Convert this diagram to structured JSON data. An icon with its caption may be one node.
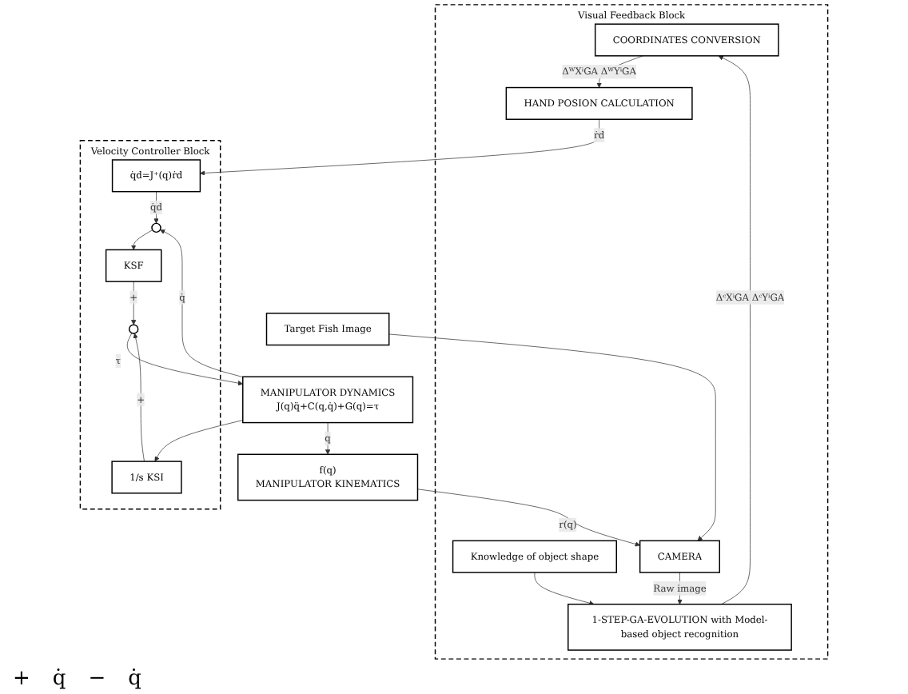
{
  "diagram": {
    "nodes": [
      {
        "text": [
          "Visual Feedback Block"
        ]
      },
      {
        "text": [
          "COORDINATES CONVERSION"
        ],
        "in": 0
      },
      {
        "text": [
          "1-STEP-GA-EVOLUTION with Model-based object recognition"
        ],
        "in": 0
      },
      {
        "text": [
          "HAND POSION CALCULATION"
        ],
        "in": 0
      },
      {
        "text": [
          "Knowledge of object shape"
        ],
        "in": 0
      },
      {
        "text": [
          "CAMERA"
        ],
        "in": 0
      },
      {
        "text": [
          "Target Fish Image"
        ]
      },
      {
        "text": [
          "Velocity Controller Block"
        ]
      },
      {
        "text": [
          "q̇d=J⁺(q)ṙd"
        ],
        "in": 7
      },
      {
        "text": [],
        "shape": "circle",
        "in": 7
      },
      {
        "text": [
          "KSF"
        ],
        "in": 7
      },
      {
        "text": [],
        "shape": "circle",
        "in": 7
      },
      {
        "text": [
          "1/s KSI"
        ],
        "in": 7
      },
      {
        "text": [
          "MANIPULATOR DYNAMICS",
          "J(q)q̈+C(q,q̇)+G(q)=τ"
        ]
      },
      {
        "text": [
          "f(q)",
          "MANIPULATOR KINEMATICS"
        ]
      }
    ],
    "edges": [
      {
        "from": 2,
        "to": 1,
        "arrow": "to",
        "label": "ΔᶜXⁱGA ΔᶜYⁱGA"
      },
      {
        "from": 1,
        "to": 3,
        "arrow": "to",
        "label": "ΔᵂXⁱGA ΔᵂYⁱGA"
      },
      {
        "from": 5,
        "to": 2,
        "arrow": "to",
        "label": "Raw image"
      },
      {
        "from": 4,
        "to": 2,
        "arrow": "to"
      },
      {
        "from": 6,
        "to": 5,
        "arrow": "to"
      },
      {
        "from": 3,
        "to": 8,
        "arrow": "to",
        "label": "ṙd"
      },
      {
        "from": 8,
        "to": 9,
        "arrow": "to",
        "label": "q̇d"
      },
      {
        "from": 9,
        "to": 10,
        "arrow": "to"
      },
      {
        "from": 10,
        "to": 11,
        "arrow": "to",
        "label": "+"
      },
      {
        "from": 12,
        "to": 11,
        "arrow": "to",
        "label": "+"
      },
      {
        "from": 11,
        "to": 13,
        "arrow": "to",
        "label": "τ"
      },
      {
        "from": 13,
        "to": 9,
        "arrow": "to",
        "label": "q̇"
      },
      {
        "from": 13,
        "to": 12,
        "arrow": "to"
      },
      {
        "from": 13,
        "to": 14,
        "arrow": "to",
        "label": "q"
      },
      {
        "from": 14,
        "to": 5,
        "arrow": "to",
        "label": "r(q)"
      }
    ],
    "labels": [
      "+",
      "q̇",
      "−",
      "q̇"
    ]
  }
}
